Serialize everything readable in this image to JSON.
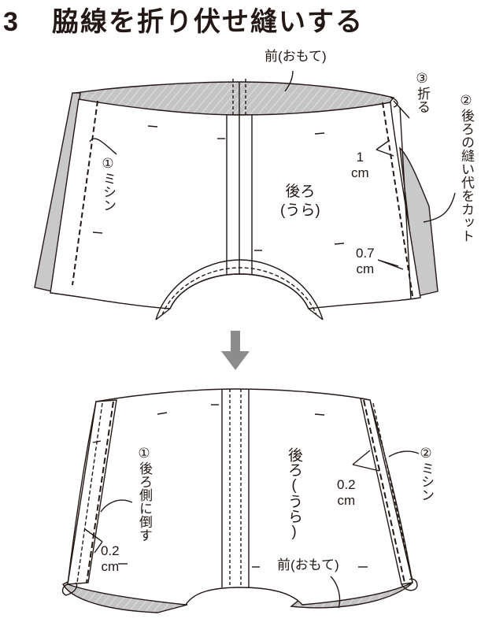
{
  "title": {
    "number": "3",
    "text": "脇線を折り伏せ縫いする"
  },
  "top": {
    "front_label": "前(おもて)",
    "back_label_line1": "後ろ",
    "back_label_line2": "(うら)",
    "step1": "①ミシン",
    "step3_num": "③",
    "step3_text": "折る",
    "step2": "②後ろの縫い代をカット",
    "measure1_value": "1",
    "measure1_unit": "cm",
    "measure2_value": "0.7",
    "measure2_unit": "cm"
  },
  "bottom": {
    "step1": "①後ろ側に倒す",
    "back_label_vertical": "後ろ(うら)",
    "step2": "②ミシン",
    "measure_right_value": "0.2",
    "measure_right_unit": "cm",
    "measure_left_value": "0.2",
    "measure_left_unit": "cm",
    "front_label": "前(おもて)"
  },
  "colors": {
    "line": "#231815",
    "fill_gray": "#c9c9c9",
    "arrow": "#8c8c8c"
  }
}
